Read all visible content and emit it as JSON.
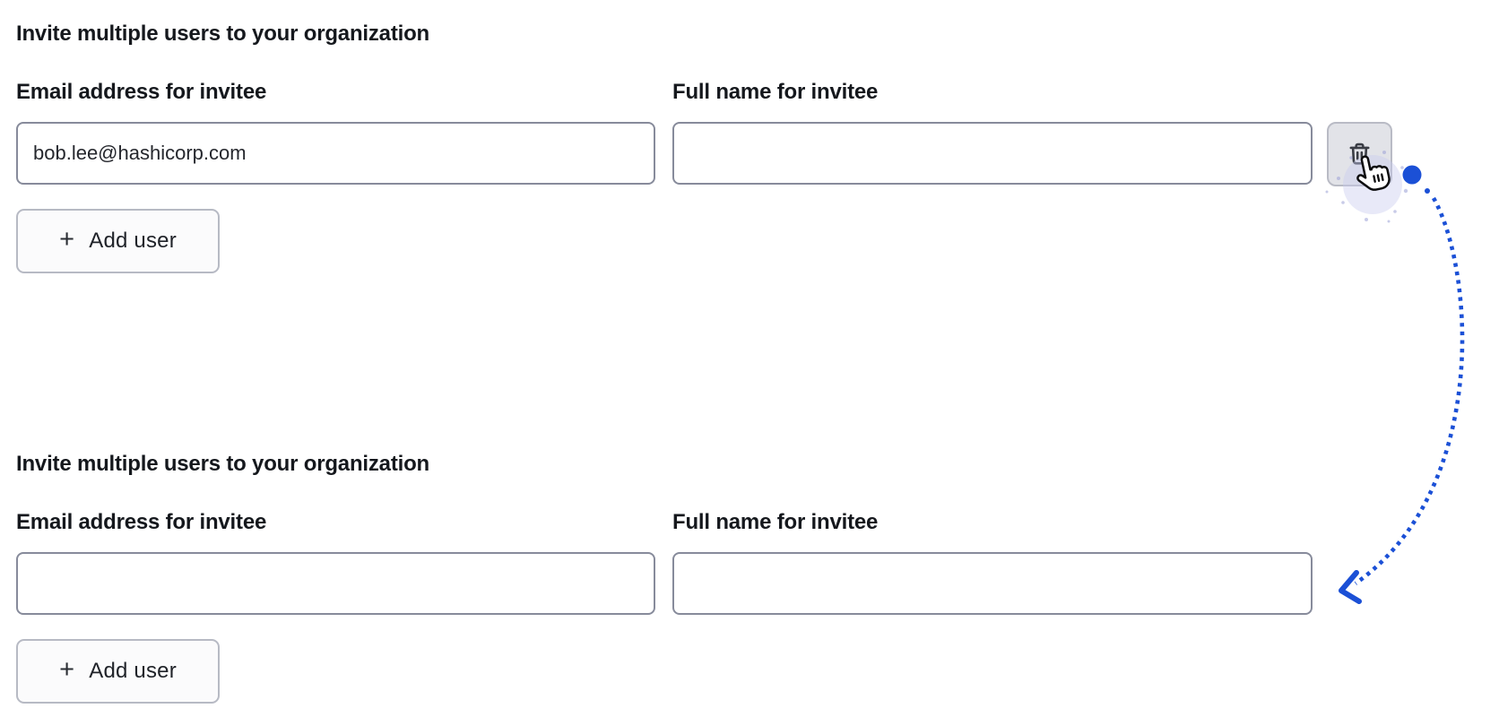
{
  "colors": {
    "background": "#ffffff",
    "text_primary": "#15181d",
    "input_border": "#878b9b",
    "delete_button_bg": "#e2e3e8",
    "delete_button_border": "#b9bbc5",
    "add_button_bg": "#fbfbfc",
    "add_button_border": "#b7bac4",
    "annotation_blue": "#1b50d6",
    "cursor_halo": "#c7caee"
  },
  "sections": [
    {
      "heading": "Invite multiple users to your organization",
      "email": {
        "label": "Email address for invitee",
        "value": "bob.lee@hashicorp.com"
      },
      "fullname": {
        "label": "Full name for invitee",
        "value": ""
      },
      "delete_button": {
        "icon": "trash-icon"
      },
      "add_user_button": {
        "plus_glyph": "+",
        "label": "Add user"
      }
    },
    {
      "heading": "Invite multiple users to your organization",
      "email": {
        "label": "Email address for invitee",
        "value": ""
      },
      "fullname": {
        "label": "Full name for invitee",
        "value": ""
      },
      "add_user_button": {
        "plus_glyph": "+",
        "label": "Add user"
      }
    }
  ],
  "annotation": {
    "type": "dotted-curved-arrow",
    "color": "#1b50d6",
    "cursor": "pointer-hand-over-delete-button"
  }
}
